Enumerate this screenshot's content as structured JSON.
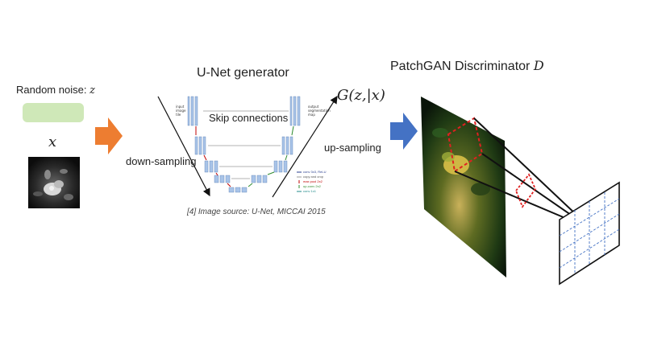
{
  "left": {
    "noise_label": "Random noise: ",
    "noise_var": "z",
    "x_symbol": "x"
  },
  "unet": {
    "title": "U-Net generator",
    "output_label": "G(z,|x)",
    "skip_label": "Skip connections",
    "down_label": "down-sampling",
    "up_label": "up-sampling",
    "caption": "[4] Image source: U-Net, MICCAI 2015",
    "input_tile_label": "input image tile",
    "output_map_label": "output segmentation map",
    "legend": [
      "conv 3x3, ReLU",
      "copy and crop",
      "max pool 2x2",
      "up-conv 2x2",
      "conv 1x1"
    ]
  },
  "discriminator": {
    "title": "PatchGAN Discriminator ",
    "title_var": "D"
  },
  "colors": {
    "noise_box": "#cfe8b8",
    "arrow_orange": "#ed7d31",
    "arrow_blue": "#4472c4",
    "patch_red": "#e02020",
    "grid_blue": "#4472c4",
    "unet_block": "#a9c4e8"
  }
}
